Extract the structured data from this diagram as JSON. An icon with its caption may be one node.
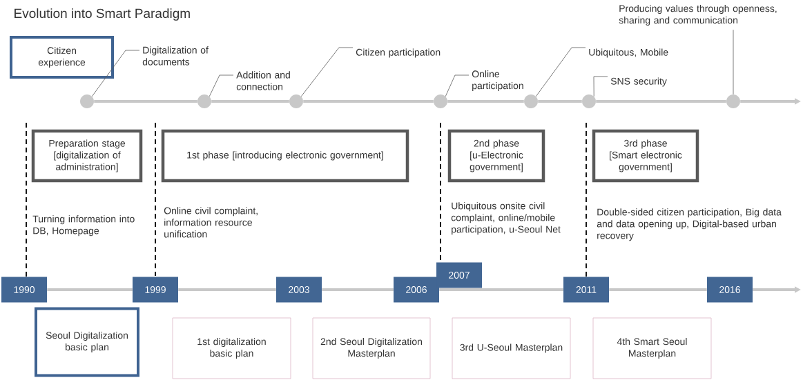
{
  "diagram": {
    "title": "Evolution into Smart Paradigm",
    "nodes": [
      {
        "text": [
          "Citizen experience"
        ]
      },
      {
        "text": [
          "Digitalization of documents"
        ]
      },
      {
        "text": [
          "Addition and connection"
        ]
      },
      {
        "text": [
          "Citizen participation"
        ]
      },
      {
        "text": [
          "Online participation"
        ]
      },
      {
        "text": [
          "Ubiquitous, Mobile"
        ]
      },
      {
        "text": [
          "SNS security"
        ]
      },
      {
        "text": [
          "Producing values through openness, sharing and communication"
        ]
      },
      {
        "text": [],
        "shape": "circle"
      },
      {
        "text": [],
        "shape": "circle"
      },
      {
        "text": [],
        "shape": "circle"
      },
      {
        "text": [],
        "shape": "circle"
      },
      {
        "text": [],
        "shape": "circle"
      },
      {
        "text": [],
        "shape": "circle"
      },
      {
        "text": [],
        "shape": "circle"
      },
      {
        "text": [
          "Preparation stage [digitalization of administration]"
        ]
      },
      {
        "text": [
          "1st phase [introducing electronic government]"
        ]
      },
      {
        "text": [
          "2nd phase [u-Electronic government]"
        ]
      },
      {
        "text": [
          "3rd phase [Smart electronic government]"
        ]
      },
      {
        "text": [
          "1990"
        ]
      },
      {
        "text": [
          "1999"
        ]
      },
      {
        "text": [
          "2003"
        ]
      },
      {
        "text": [
          "2006"
        ]
      },
      {
        "text": [
          "2007"
        ]
      },
      {
        "text": [
          "2011"
        ]
      },
      {
        "text": [
          "2016"
        ]
      },
      {
        "text": [
          "Seoul Digitalization basic plan"
        ]
      },
      {
        "text": [
          "1st digitalization basic plan"
        ]
      },
      {
        "text": [
          "2nd Seoul Digitalization Masterplan"
        ]
      },
      {
        "text": [
          "3rd U-Seoul Masterplan"
        ]
      },
      {
        "text": [
          "4th Smart Seoul Masterplan"
        ]
      }
    ],
    "edges": [
      {
        "from": 1,
        "to": 8,
        "arrow": "none",
        "color": "#595959"
      },
      {
        "from": 2,
        "to": 9,
        "arrow": "none",
        "color": "#595959"
      },
      {
        "from": 3,
        "to": 10,
        "arrow": "none",
        "color": "#595959"
      },
      {
        "from": 4,
        "to": 11,
        "arrow": "none",
        "color": "#595959"
      },
      {
        "from": 5,
        "to": 12,
        "arrow": "none",
        "color": "#595959"
      },
      {
        "from": 6,
        "to": 13,
        "arrow": "none",
        "color": "#595959"
      },
      {
        "from": 7,
        "to": 14,
        "arrow": "none",
        "color": "#595959"
      },
      {
        "from": 8,
        "to": 9,
        "arrow": "none"
      },
      {
        "from": 9,
        "to": 10,
        "arrow": "none"
      },
      {
        "from": 10,
        "to": 11,
        "arrow": "none"
      },
      {
        "from": 11,
        "to": 12,
        "arrow": "none"
      },
      {
        "from": 12,
        "to": 13,
        "arrow": "none"
      },
      {
        "from": 13,
        "to": 14,
        "arrow": "none"
      },
      {
        "from": 14,
        "to": null,
        "arrow": "to"
      },
      {
        "from": 19,
        "to": 20,
        "arrow": "none"
      },
      {
        "from": 20,
        "to": 21,
        "arrow": "none"
      },
      {
        "from": 21,
        "to": 22,
        "arrow": "none"
      },
      {
        "from": 22,
        "to": 24,
        "arrow": "none"
      },
      {
        "from": 24,
        "to": 25,
        "arrow": "none"
      },
      {
        "from": 25,
        "to": null,
        "arrow": "to"
      }
    ],
    "labels": [
      "Turning information into DB, Homepage",
      "Online civil complaint, information resource unification",
      "Ubiquitous onsite civil complaint, online/mobile participation, u-Seoul Net",
      "Double-sided citizen participation, Big data and data opening up, Digital-based urban recovery"
    ]
  }
}
